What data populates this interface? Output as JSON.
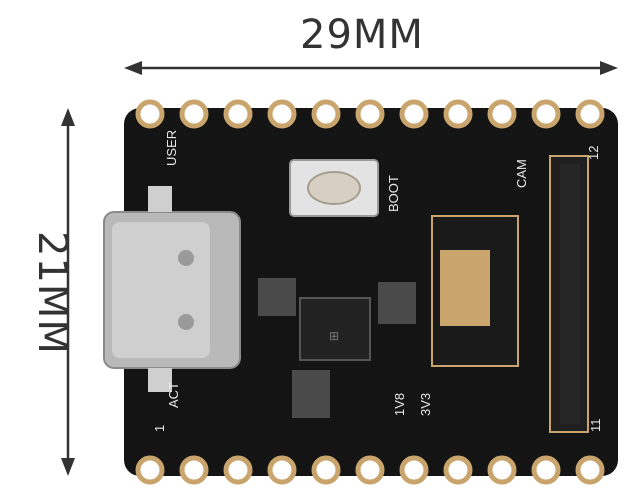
{
  "dimensions": {
    "width_label": "29MM",
    "height_label": "21MM"
  },
  "board": {
    "silkscreen": {
      "user": "USER",
      "boot": "BOOT",
      "cam": "CAM",
      "act": "ACT",
      "v18": "1V8",
      "v33": "3V3",
      "pin12": "12",
      "pin11": "11",
      "pin1": "1"
    },
    "colors": {
      "pcb": "#141414",
      "pad": "#c9a46c",
      "connector": "#b9b9b9"
    }
  }
}
